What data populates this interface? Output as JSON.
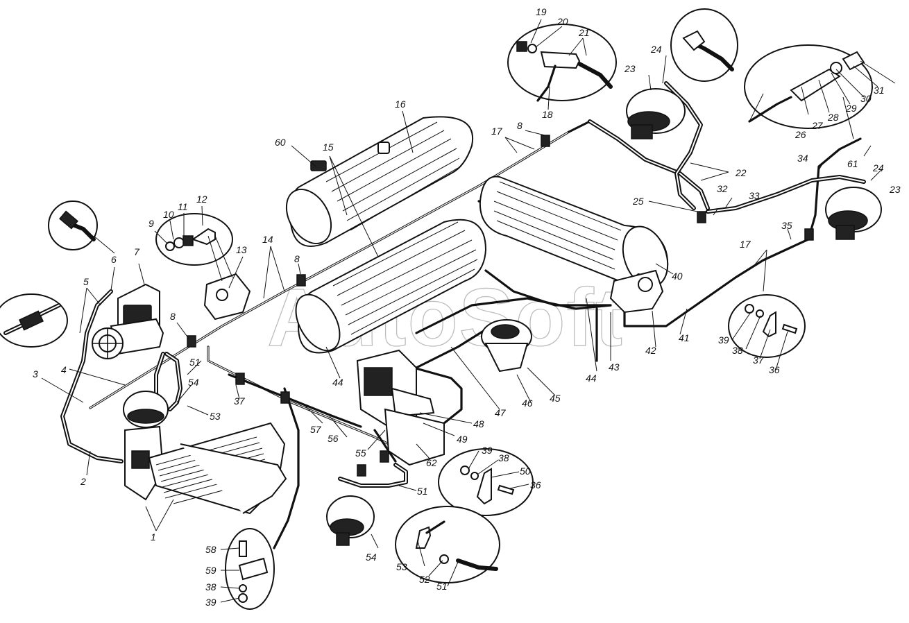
{
  "watermark": "AutoSoft",
  "callouts": {
    "c1": "1",
    "c2": "2",
    "c3": "3",
    "c4": "4",
    "c5": "5",
    "c6": "6",
    "c7": "7",
    "c8a": "8",
    "c8b": "8",
    "c8c": "8",
    "c9": "9",
    "c10": "10",
    "c11": "11",
    "c12": "12",
    "c13": "13",
    "c14": "14",
    "c15": "15",
    "c16": "16",
    "c17a": "17",
    "c17b": "17",
    "c18": "18",
    "c19": "19",
    "c20": "20",
    "c21": "21",
    "c22": "22",
    "c23a": "23",
    "c23b": "23",
    "c24a": "24",
    "c24b": "24",
    "c25": "25",
    "c26": "26",
    "c27": "27",
    "c28": "28",
    "c29": "29",
    "c30": "30",
    "c31": "31",
    "c32": "32",
    "c33": "33",
    "c34": "34",
    "c35": "35",
    "c36a": "36",
    "c36b": "36",
    "c37a": "37",
    "c37b": "37",
    "c38a": "38",
    "c38b": "38",
    "c38c": "38",
    "c39a": "39",
    "c39b": "39",
    "c39c": "39",
    "c40": "40",
    "c41": "41",
    "c42": "42",
    "c43": "43",
    "c44a": "44",
    "c44b": "44",
    "c45": "45",
    "c46": "46",
    "c47": "47",
    "c48": "48",
    "c49": "49",
    "c50": "50",
    "c51a": "51",
    "c51b": "51",
    "c51c": "51",
    "c52": "52",
    "c53a": "53",
    "c53b": "53",
    "c54a": "54",
    "c54b": "54",
    "c55": "55",
    "c56": "56",
    "c57": "57",
    "c58": "58",
    "c59": "59",
    "c60": "60",
    "c61": "61",
    "c62": "62"
  }
}
